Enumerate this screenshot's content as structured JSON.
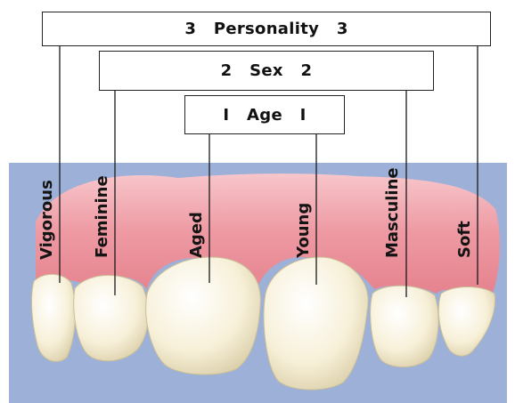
{
  "boxes": {
    "personality": "3   Personality   3",
    "sex": "2   Sex   2",
    "age": "I   Age   I"
  },
  "labels": {
    "vigorous": "Vigorous",
    "feminine": "Feminine",
    "aged": "Aged",
    "young": "Young",
    "masculine": "Masculine",
    "soft": "Soft"
  },
  "colors": {
    "background": "#9cb0d8",
    "gum": "#ec8e98",
    "gum_highlight": "#f6b8bf",
    "tooth": "#f8f2dc",
    "tooth_shade": "#d9cfae",
    "line": "#1a1a1a"
  }
}
